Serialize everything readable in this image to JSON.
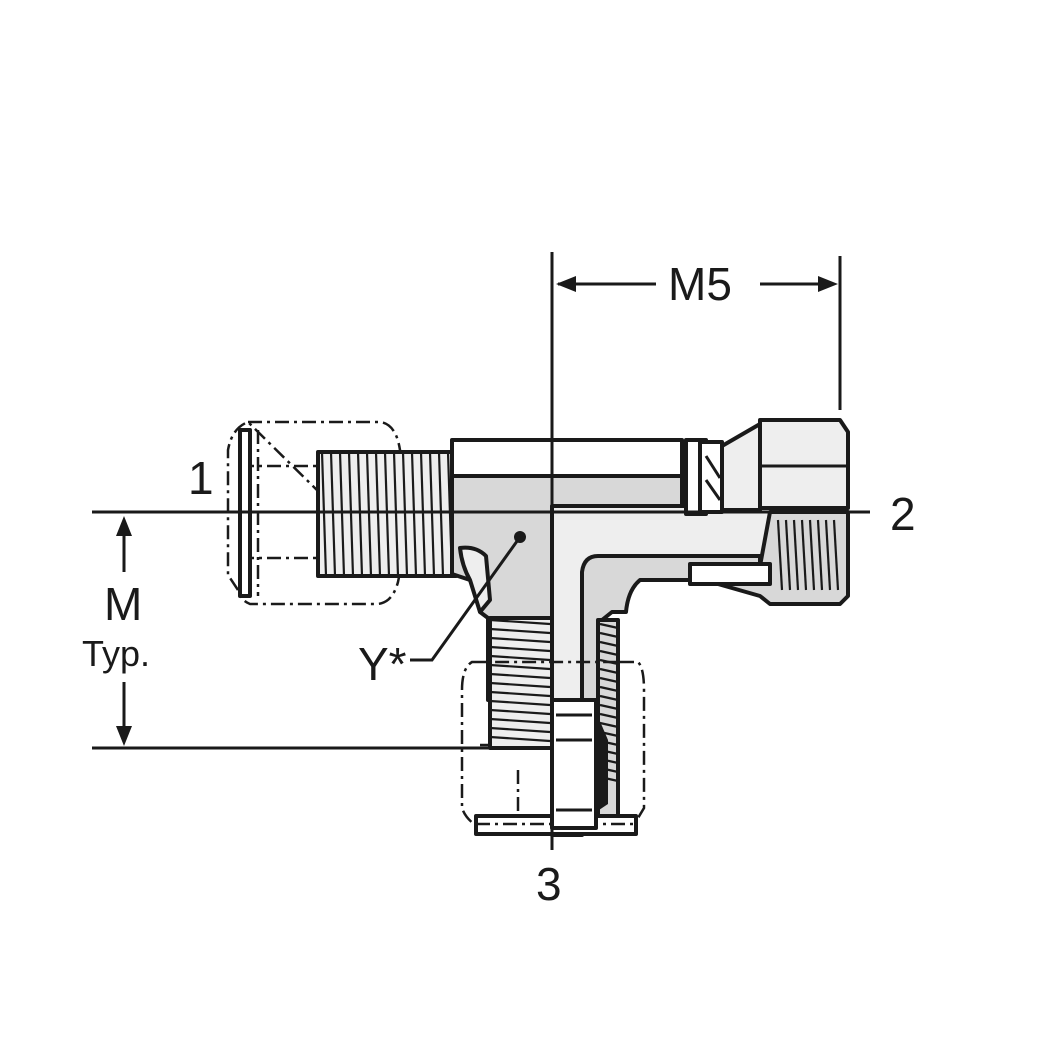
{
  "labels": {
    "port1": "1",
    "port2": "2",
    "port3": "3",
    "dim_m5": "M5",
    "dim_m": "M",
    "dim_m_typ": "Typ.",
    "y_callout": "Y*"
  },
  "colors": {
    "ink": "#1a1a1a",
    "body": "#d8d8d8",
    "highlight": "#eeeeee",
    "background": "#ffffff"
  }
}
